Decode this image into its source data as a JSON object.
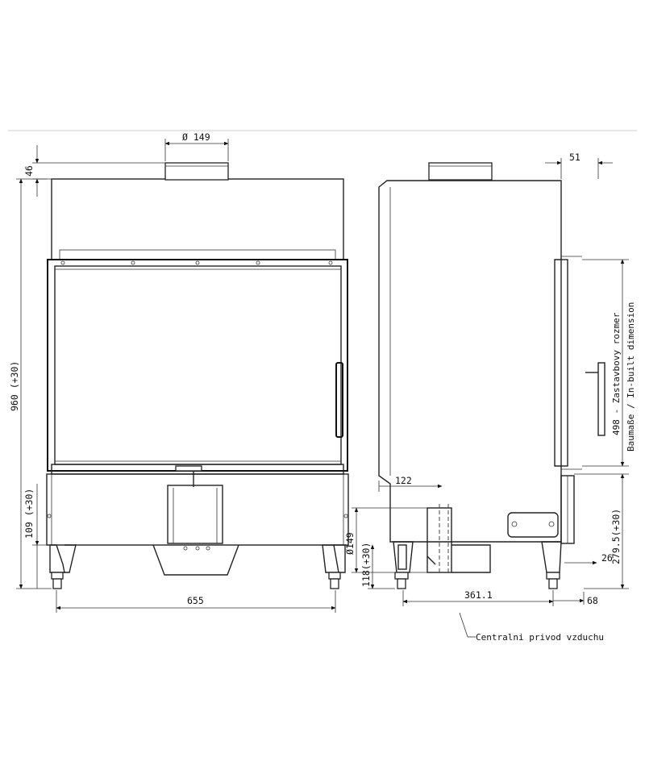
{
  "front_view": {
    "dim_flue_diameter": "Ø 149",
    "dim_top": "46",
    "dim_height": "960 (+30)",
    "dim_base": "109 (+30)",
    "dim_width": "655"
  },
  "side_view": {
    "dim_back": "51",
    "dim_opening": "498 - Zastavbovy rozmer",
    "dim_opening_sub": "Baumaße / In-built dimension",
    "dim_base_right": "279.5(+30)",
    "dim_foot": "26",
    "dim_foot_depth": "68",
    "dim_air_offset": "122",
    "dim_air_diameter": "Ø149",
    "dim_air_height": "118(+30)",
    "dim_depth": "361.1",
    "label_air_supply": "Centralni privod vzduchu"
  },
  "colors": {
    "line": "#222222",
    "background": "#ffffff",
    "rule": "#cccccc"
  }
}
